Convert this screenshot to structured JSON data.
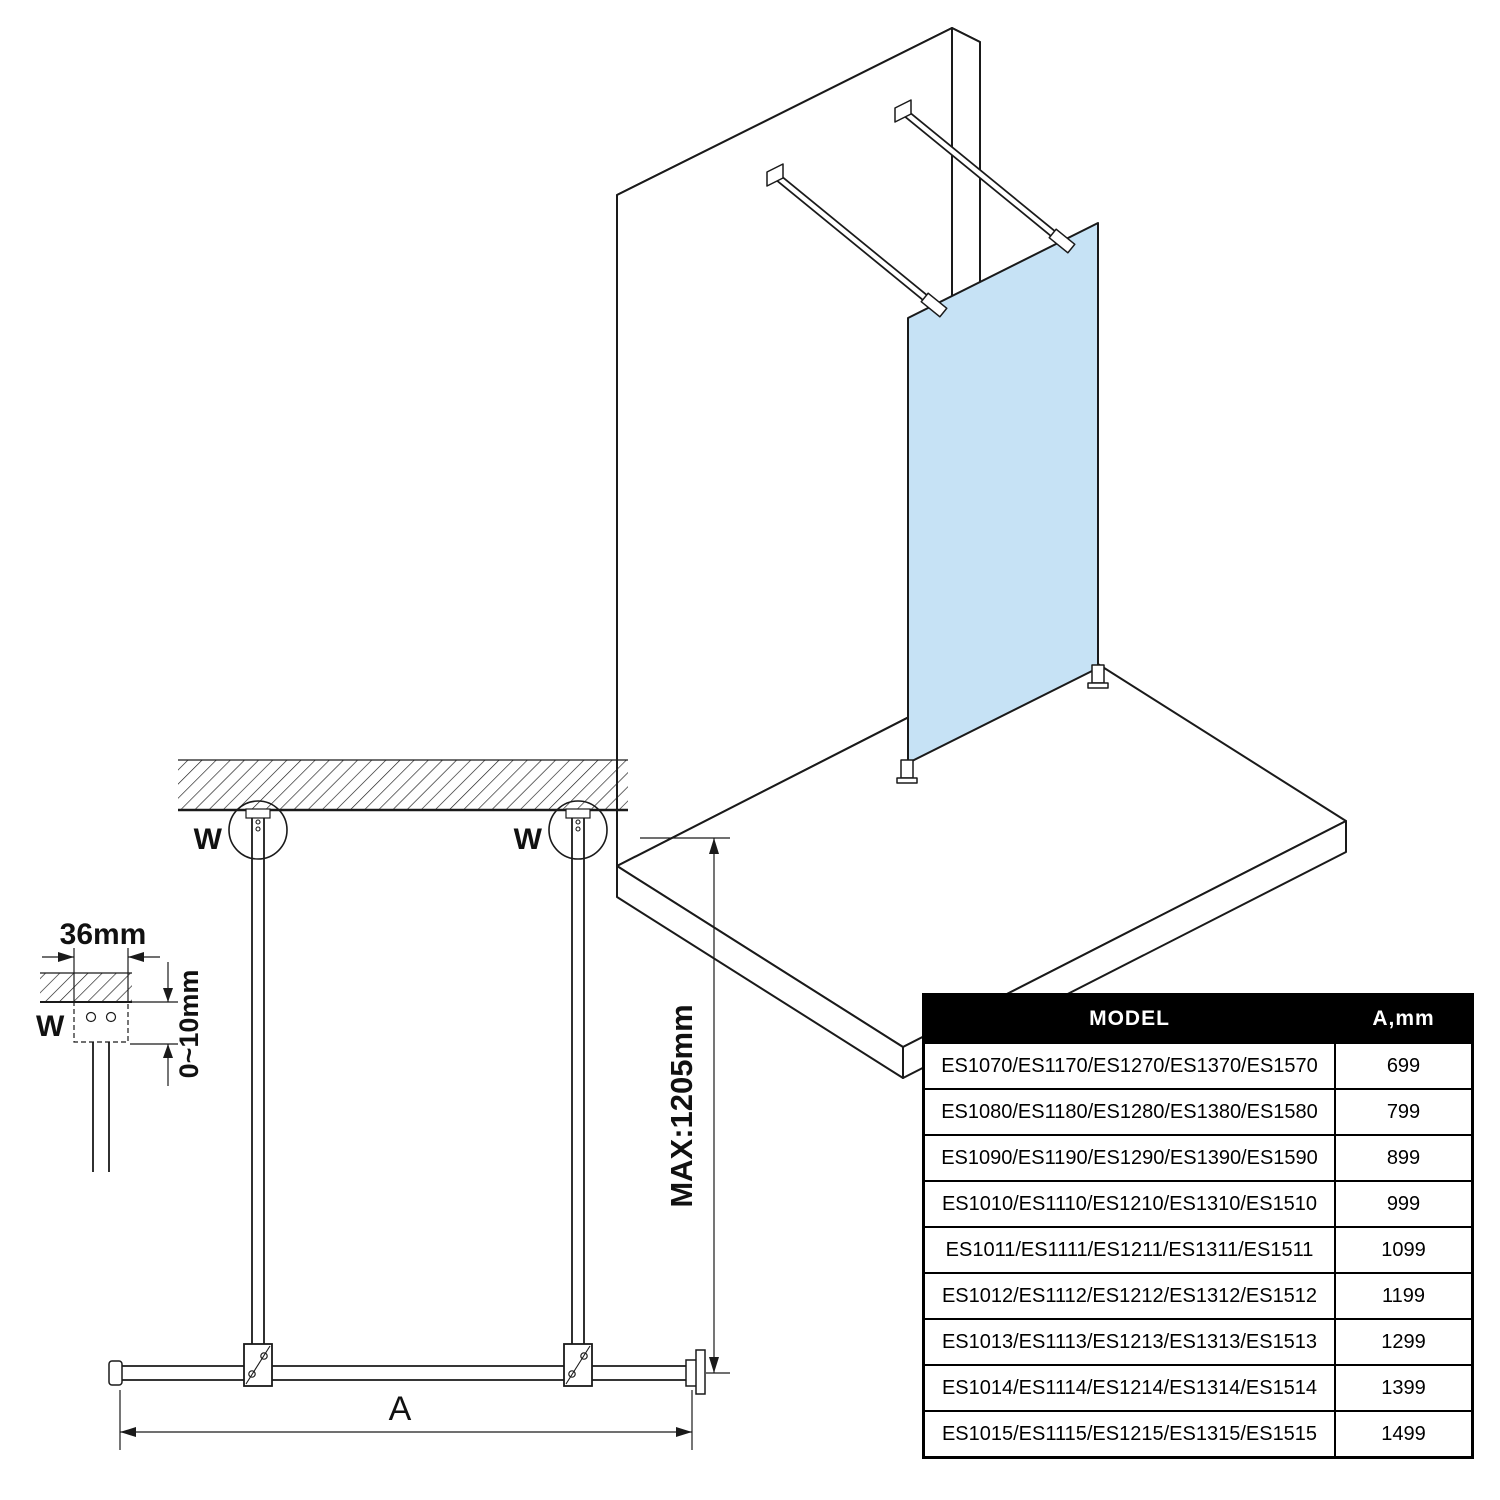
{
  "colors": {
    "line": "#1a1a1a",
    "glass_fill": "#c6e2f5",
    "table_header_bg": "#000000",
    "table_header_text": "#ffffff"
  },
  "front_view": {
    "w_label_left": "W",
    "w_label_right": "W",
    "max_height_label": "MAX:1205mm",
    "width_label": "A"
  },
  "detail_view": {
    "width_label": "36mm",
    "gap_label": "0~10mm",
    "w_label": "W"
  },
  "table": {
    "header": {
      "model_label": "MODEL",
      "a_label": "A,mm"
    },
    "rows": [
      {
        "models": "ES1070/ES1170/ES1270/ES1370/ES1570",
        "a": "699"
      },
      {
        "models": "ES1080/ES1180/ES1280/ES1380/ES1580",
        "a": "799"
      },
      {
        "models": "ES1090/ES1190/ES1290/ES1390/ES1590",
        "a": "899"
      },
      {
        "models": "ES1010/ES1110/ES1210/ES1310/ES1510",
        "a": "999"
      },
      {
        "models": "ES1011/ES1111/ES1211/ES1311/ES1511",
        "a": "1099"
      },
      {
        "models": "ES1012/ES1112/ES1212/ES1312/ES1512",
        "a": "1199"
      },
      {
        "models": "ES1013/ES1113/ES1213/ES1313/ES1513",
        "a": "1299"
      },
      {
        "models": "ES1014/ES1114/ES1214/ES1314/ES1514",
        "a": "1399"
      },
      {
        "models": "ES1015/ES1115/ES1215/ES1315/ES1515",
        "a": "1499"
      }
    ]
  }
}
